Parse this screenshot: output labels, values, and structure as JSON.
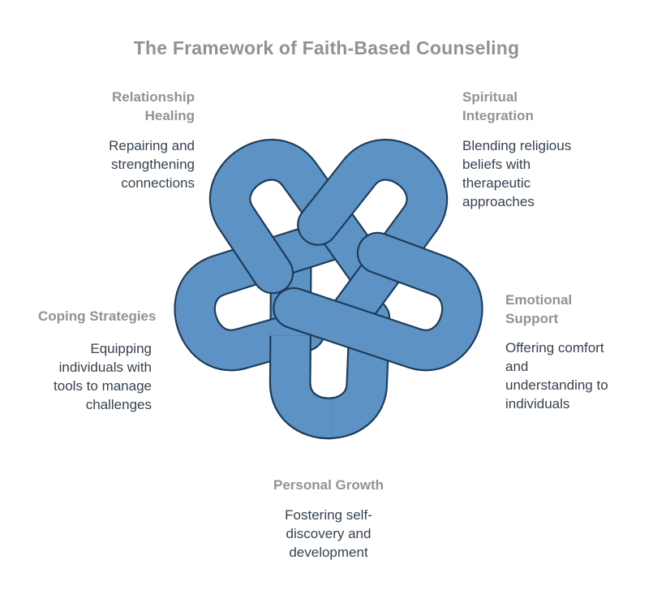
{
  "title": "The Framework of Faith-Based Counseling",
  "colors": {
    "knot_fill": "#5D92C4",
    "knot_outline": "#1C3B58",
    "heading_gray": "#8E9398",
    "body_text": "#36424E",
    "background": "#FFFFFF"
  },
  "center": {
    "icon": "five-loop-celtic-knot"
  },
  "sections": [
    {
      "id": "relationship-healing",
      "heading": "Relationship Healing",
      "description": "Repairing and strengthening connections"
    },
    {
      "id": "spiritual-integration",
      "heading": "Spiritual Integration",
      "description": "Blending religious beliefs with therapeutic approaches"
    },
    {
      "id": "coping-strategies",
      "heading": "Coping Strategies",
      "description": "Equipping individuals with tools to manage challenges"
    },
    {
      "id": "emotional-support",
      "heading": "Emotional Support",
      "description": "Offering comfort and understanding to individuals"
    },
    {
      "id": "personal-growth",
      "heading": "Personal Growth",
      "description": "Fostering self-discovery and development"
    }
  ]
}
